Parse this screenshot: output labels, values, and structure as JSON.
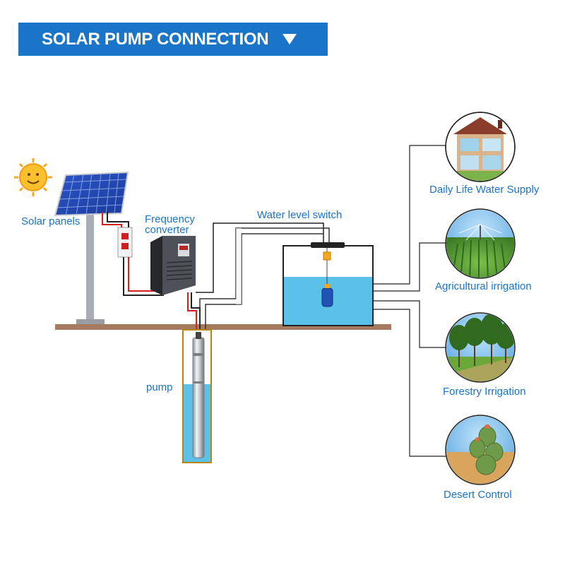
{
  "header": {
    "title": "SOLAR PUMP CONNECTION",
    "arrow_icon": "chevron-down-icon"
  },
  "labels": {
    "solar_panels": "Solar panels",
    "frequency_converter_line1": "Frequency",
    "frequency_converter_line2": "converter",
    "water_level_switch": "Water level switch",
    "pump": "pump"
  },
  "applications": [
    {
      "label": "Daily Life Water Supply",
      "icon": "house-icon"
    },
    {
      "label": "Agricultural irrigation",
      "icon": "crop-field-icon"
    },
    {
      "label": "Forestry Irrigation",
      "icon": "tree-row-icon"
    },
    {
      "label": "Desert Control",
      "icon": "cactus-icon"
    }
  ],
  "colors": {
    "brand_blue": "#1a74c8",
    "water": "#5bc1e8",
    "ground": "#a67a5e",
    "wire_red": "#d21f1f",
    "well_border": "#b8860b"
  }
}
